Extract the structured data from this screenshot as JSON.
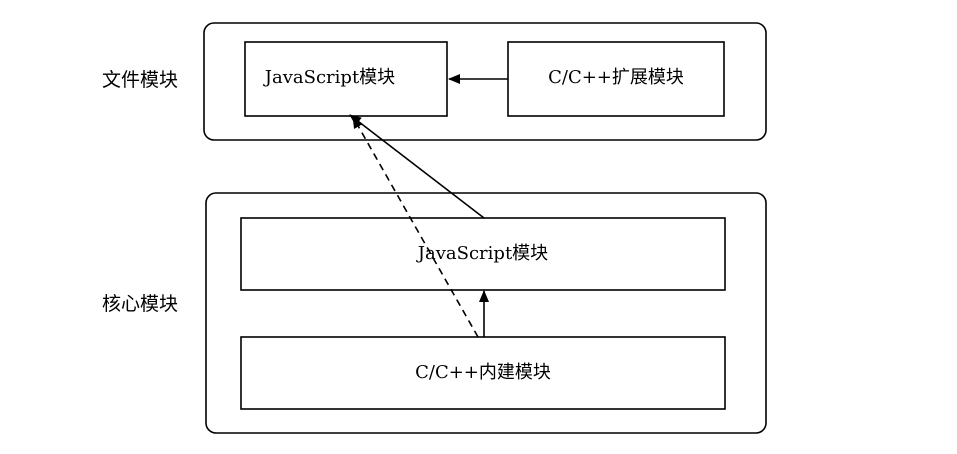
{
  "groups": {
    "file_modules": {
      "label": "文件模块",
      "boxes": {
        "javascript": "JavaScript模块",
        "cpp_extension": "C/C++扩展模块"
      }
    },
    "core_modules": {
      "label": "核心模块",
      "boxes": {
        "javascript": "JavaScript模块",
        "cpp_builtin": "C/C++内建模块"
      }
    }
  },
  "edges": [
    {
      "from": "file_modules.cpp_extension",
      "to": "file_modules.javascript",
      "style": "solid"
    },
    {
      "from": "core_modules.javascript",
      "to": "file_modules.javascript",
      "style": "solid"
    },
    {
      "from": "core_modules.cpp_builtin",
      "to": "file_modules.javascript",
      "style": "dashed"
    },
    {
      "from": "core_modules.cpp_builtin",
      "to": "core_modules.javascript",
      "style": "solid"
    }
  ],
  "colors": {
    "stroke": "#000000",
    "background": "#ffffff"
  }
}
